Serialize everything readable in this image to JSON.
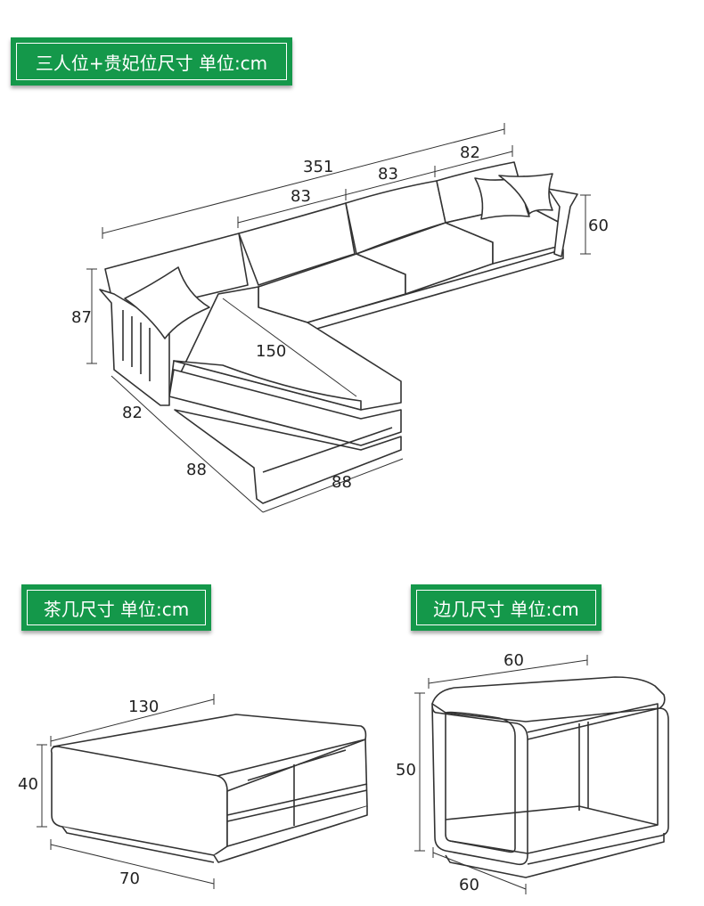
{
  "sections": {
    "sofa_title": "三人位+贵妃位尺寸 单位:cm",
    "coffee_table_title": "茶几尺寸 单位:cm",
    "side_table_title": "边几尺寸 单位:cm"
  },
  "sofa": {
    "total_length": "351",
    "seat1_width": "83",
    "seat2_width": "83",
    "seat3_width": "82",
    "seat_height": "60",
    "back_height": "87",
    "chaise_length": "150",
    "chaise_depth": "82",
    "chaise_width_a": "88",
    "chaise_width_b": "88"
  },
  "coffee_table": {
    "length": "130",
    "height": "40",
    "width": "70"
  },
  "side_table": {
    "length": "60",
    "height": "50",
    "width": "60"
  },
  "colors": {
    "banner": "#14984a",
    "line": "#333333"
  }
}
